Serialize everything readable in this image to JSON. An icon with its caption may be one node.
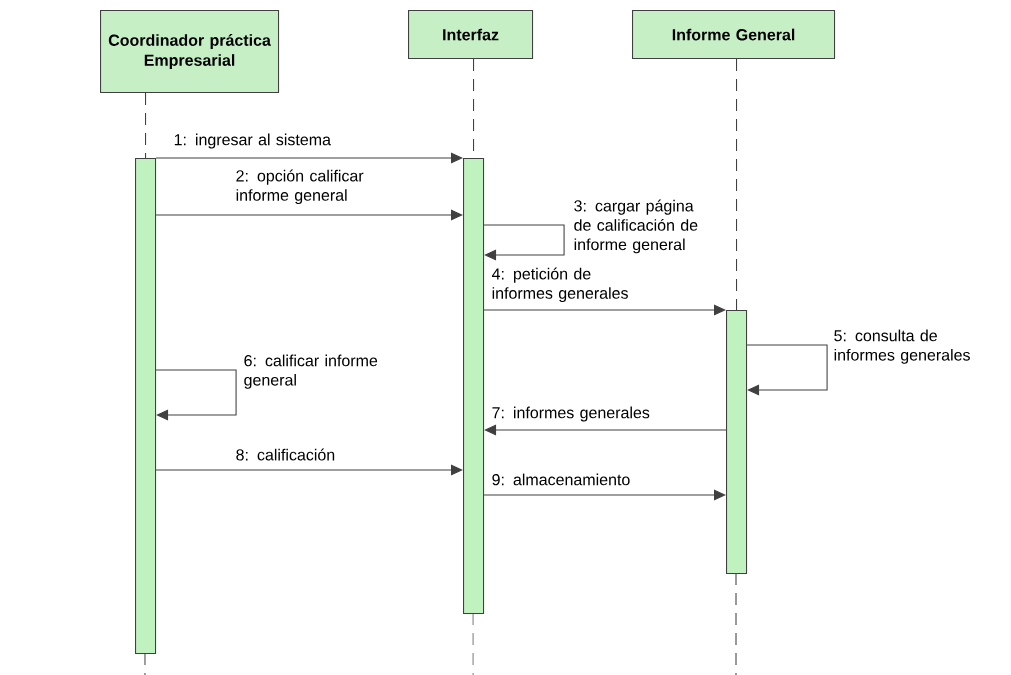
{
  "diagram": {
    "nodes": [
      {
        "text": [
          "Coordinador práctica Empresarial"
        ]
      },
      {
        "text": [
          "Interfaz"
        ]
      },
      {
        "text": [
          "Informe General"
        ]
      },
      {
        "text": [],
        "shape": "bar"
      },
      {
        "text": [],
        "shape": "bar"
      },
      {
        "text": [],
        "shape": "bar"
      }
    ],
    "edges": [
      {
        "from": 0,
        "to": 3,
        "arrow": "none",
        "style": "dashed"
      },
      {
        "from": 1,
        "to": 4,
        "arrow": "none",
        "style": "dashed"
      },
      {
        "from": 2,
        "to": 5,
        "arrow": "none",
        "style": "dashed"
      },
      {
        "from": 3,
        "to": 4,
        "arrow": "to",
        "label": "1: ingresar al sistema"
      },
      {
        "from": 3,
        "to": 4,
        "arrow": "to",
        "label": "2: opción calificar informe general"
      },
      {
        "from": 4,
        "to": 4,
        "arrow": "to",
        "label": "3: cargar página de calificación de informe general"
      },
      {
        "from": 4,
        "to": 5,
        "arrow": "to",
        "label": "4: petición de informes generales"
      },
      {
        "from": 5,
        "to": 5,
        "arrow": "to",
        "label": "5: consulta de informes generales"
      },
      {
        "from": 3,
        "to": 3,
        "arrow": "to",
        "label": "6: calificar informe general"
      },
      {
        "from": 5,
        "to": 4,
        "arrow": "to",
        "label": "7: informes generales"
      },
      {
        "from": 3,
        "to": 4,
        "arrow": "to",
        "label": "8: calificación"
      },
      {
        "from": 4,
        "to": 5,
        "arrow": "to",
        "label": "9: almacenamiento"
      }
    ]
  }
}
